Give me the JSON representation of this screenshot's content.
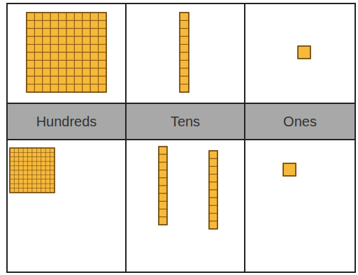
{
  "diagram": {
    "labels": [
      "Hundreds",
      "Tens",
      "Ones"
    ]
  }
}
